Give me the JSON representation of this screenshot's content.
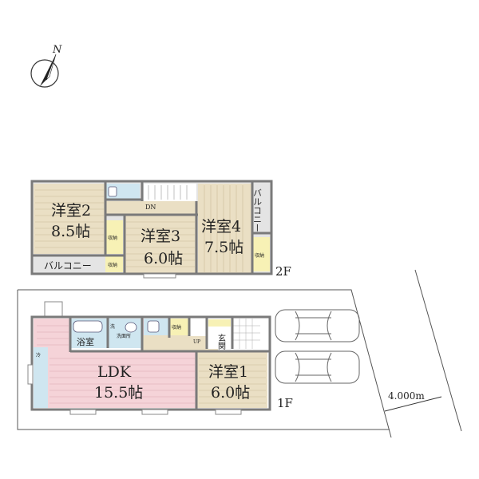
{
  "compass": {
    "label": "N",
    "icon": "north-arrow-icon"
  },
  "floor2": {
    "label": "2F",
    "rooms": [
      {
        "name": "洋室2",
        "size": "8.5帖"
      },
      {
        "name": "洋室3",
        "size": "6.0帖"
      },
      {
        "name": "洋室4",
        "size": "7.5帖"
      }
    ],
    "stairs": "DN",
    "storage": "収納",
    "balcony": "バルコニー"
  },
  "floor1": {
    "label": "1F",
    "ldk": {
      "name": "LDK",
      "size": "15.5帖"
    },
    "room1": {
      "name": "洋室1",
      "size": "6.0帖"
    },
    "bath": "浴室",
    "washroom": "洗面所",
    "washer": "洗",
    "storage": "収納",
    "stairs": "UP",
    "entrance": "玄関",
    "fridge": "冷"
  },
  "road_width": "4.000m",
  "colors": {
    "ldk": "#f5d3d8",
    "western_room": "#eadfc4",
    "wet_area": "#cfe6f0",
    "storage": "#f7f1b5",
    "balcony": "#e4e4e4",
    "wall": "#7a7a7a"
  }
}
